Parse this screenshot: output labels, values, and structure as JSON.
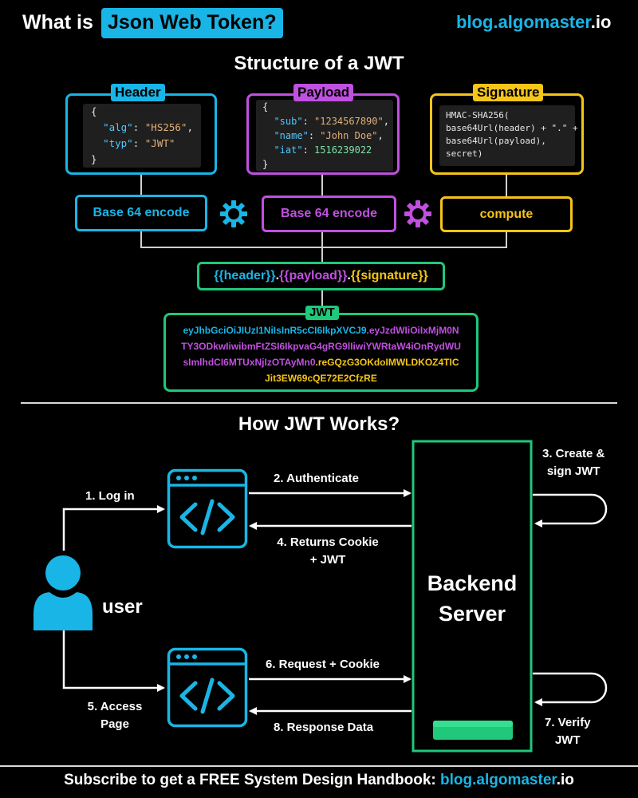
{
  "header": {
    "prefix": "What is",
    "highlight": "Json Web Token?",
    "brand_blue": "blog.",
    "brand_white_1": "algomaster",
    "brand_white_2": ".io"
  },
  "structure": {
    "title": "Structure of a JWT",
    "header_card": {
      "label": "Header",
      "code": [
        {
          "t": "p",
          "v": "{"
        },
        {
          "t": "kv",
          "k": "\"alg\"",
          "v": "\"HS256\"",
          "vt": "s",
          "tail": ","
        },
        {
          "t": "kv",
          "k": "\"typ\"",
          "v": "\"JWT\"",
          "vt": "s",
          "tail": ""
        },
        {
          "t": "p",
          "v": "}"
        }
      ]
    },
    "payload_card": {
      "label": "Payload",
      "code": [
        {
          "t": "p",
          "v": "{"
        },
        {
          "t": "kv",
          "k": "\"sub\"",
          "v": "\"1234567890\"",
          "vt": "s",
          "tail": ","
        },
        {
          "t": "kv",
          "k": "\"name\"",
          "v": "\"John Doe\"",
          "vt": "s",
          "tail": ","
        },
        {
          "t": "kv",
          "k": "\"iat\"",
          "v": "1516239022",
          "vt": "n",
          "tail": ""
        },
        {
          "t": "p",
          "v": "}"
        }
      ]
    },
    "signature_card": {
      "label": "Signature",
      "code_lines": [
        "HMAC-SHA256(",
        "base64Url(header) + \".\" +",
        "base64Url(payload),",
        "secret)"
      ]
    },
    "encode_header": "Base 64 encode",
    "encode_payload": "Base 64 encode",
    "compute": "compute",
    "template": {
      "p1": "{{header}}",
      "dot1": ".",
      "p2": "{{payload}}",
      "dot2": ".",
      "p3": "{{signature}}"
    },
    "jwt_label": "JWT",
    "jwt_lines": [
      [
        {
          "c": "blue",
          "v": "eyJhbGciOiJIUzI1NiIsInR5cCI6IkpXVCJ9"
        },
        {
          "c": "purple",
          "v": ".eyJzdWIiOiIxMjM0N"
        }
      ],
      [
        {
          "c": "purple",
          "v": "TY3ODkwIiwibmFtZSI6IkpvaG4gRG9lIiwiYWRtaW4iOnRydWU"
        }
      ],
      [
        {
          "c": "purple",
          "v": "sImlhdCI6MTUxNjIzOTAyMn0"
        },
        {
          "c": "yellow",
          "v": ".reGQzG3OKdoIMWLDKOZ4TIC"
        }
      ],
      [
        {
          "c": "yellow",
          "v": "Jit3EW69cQE72E2CfzRE"
        }
      ]
    ]
  },
  "works": {
    "title": "How JWT Works?",
    "user": "user",
    "server_line1": "Backend",
    "server_line2": "Server",
    "step1": "1. Log in",
    "step2": "2. Authenticate",
    "step3_l1": "3. Create &",
    "step3_l2": "sign JWT",
    "step4_l1": "4. Returns Cookie",
    "step4_l2": "+ JWT",
    "step5_l1": "5. Access",
    "step5_l2": "Page",
    "step6": "6. Request + Cookie",
    "step7_l1": "7. Verify",
    "step7_l2": "JWT",
    "step8": "8. Response Data"
  },
  "footer": {
    "text": "Subscribe to get a FREE System Design Handbook:",
    "link_blue": "blog.",
    "link_white": "algomaster",
    "link_end": ".io"
  },
  "colors": {
    "blue": "#19b5e6",
    "purple": "#c050e0",
    "yellow": "#f5c518",
    "green": "#1fc87a",
    "line": "#cfcfcf"
  },
  "icons": {
    "gear": "gear-icon",
    "code_window": "code-window-icon",
    "user": "user-icon"
  }
}
